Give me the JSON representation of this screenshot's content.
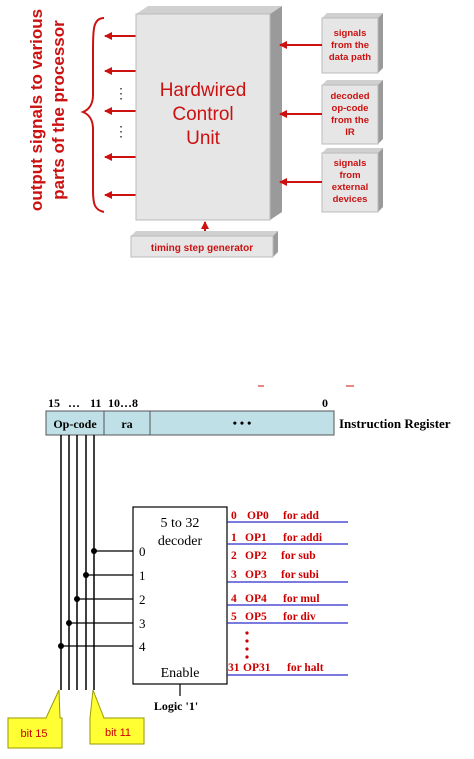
{
  "control_unit": {
    "title_line1": "Hardwired",
    "title_line2": "Control",
    "title_line3": "Unit",
    "side_label_line1": "output signals to various",
    "side_label_line2": "parts of the processor",
    "inputs": [
      {
        "lines": [
          "signals",
          "from the",
          "data path"
        ]
      },
      {
        "lines": [
          "decoded",
          "op-code",
          "from the",
          "IR"
        ]
      },
      {
        "lines": [
          "signals",
          "from",
          "external",
          "devices"
        ]
      }
    ],
    "timing_label": "timing step generator",
    "dots": "⋮",
    "colors": {
      "accent": "#cc1111",
      "panel": "#e6e6e6",
      "panel_shadow": "#9a9a9a"
    }
  },
  "decoder": {
    "register_bits": {
      "b15": "15",
      "dots": "…",
      "b11": "11",
      "b10_8": "10…8",
      "b0": "0"
    },
    "fields": {
      "opcode": "Op-code",
      "ra": "ra",
      "rest": "• • •"
    },
    "register_label": "Instruction Register",
    "box_title_line1": "5 to 32",
    "box_title_line2": "decoder",
    "inputs": [
      "0",
      "1",
      "2",
      "3",
      "4"
    ],
    "enable_label": "Enable",
    "logic_label": "Logic '1'",
    "outputs": [
      {
        "num": "0",
        "op": "OP0",
        "desc": "for add"
      },
      {
        "num": "1",
        "op": "OP1",
        "desc": "for addi"
      },
      {
        "num": "2",
        "op": "OP2",
        "desc": "for sub"
      },
      {
        "num": "3",
        "op": "OP3",
        "desc": "for subi"
      },
      {
        "num": "4",
        "op": "OP4",
        "desc": "for mul"
      },
      {
        "num": "5",
        "op": "OP5",
        "desc": "for div"
      },
      {
        "num": "31",
        "op": "OP31",
        "desc": "for halt"
      }
    ],
    "callouts": {
      "bit15": "bit 15",
      "bit11": "bit 11"
    },
    "colors": {
      "register_fill": "#bfe0e6",
      "output_text": "#cc0000",
      "underline": "#2a2acc",
      "callout_fill": "#ffff33"
    }
  }
}
